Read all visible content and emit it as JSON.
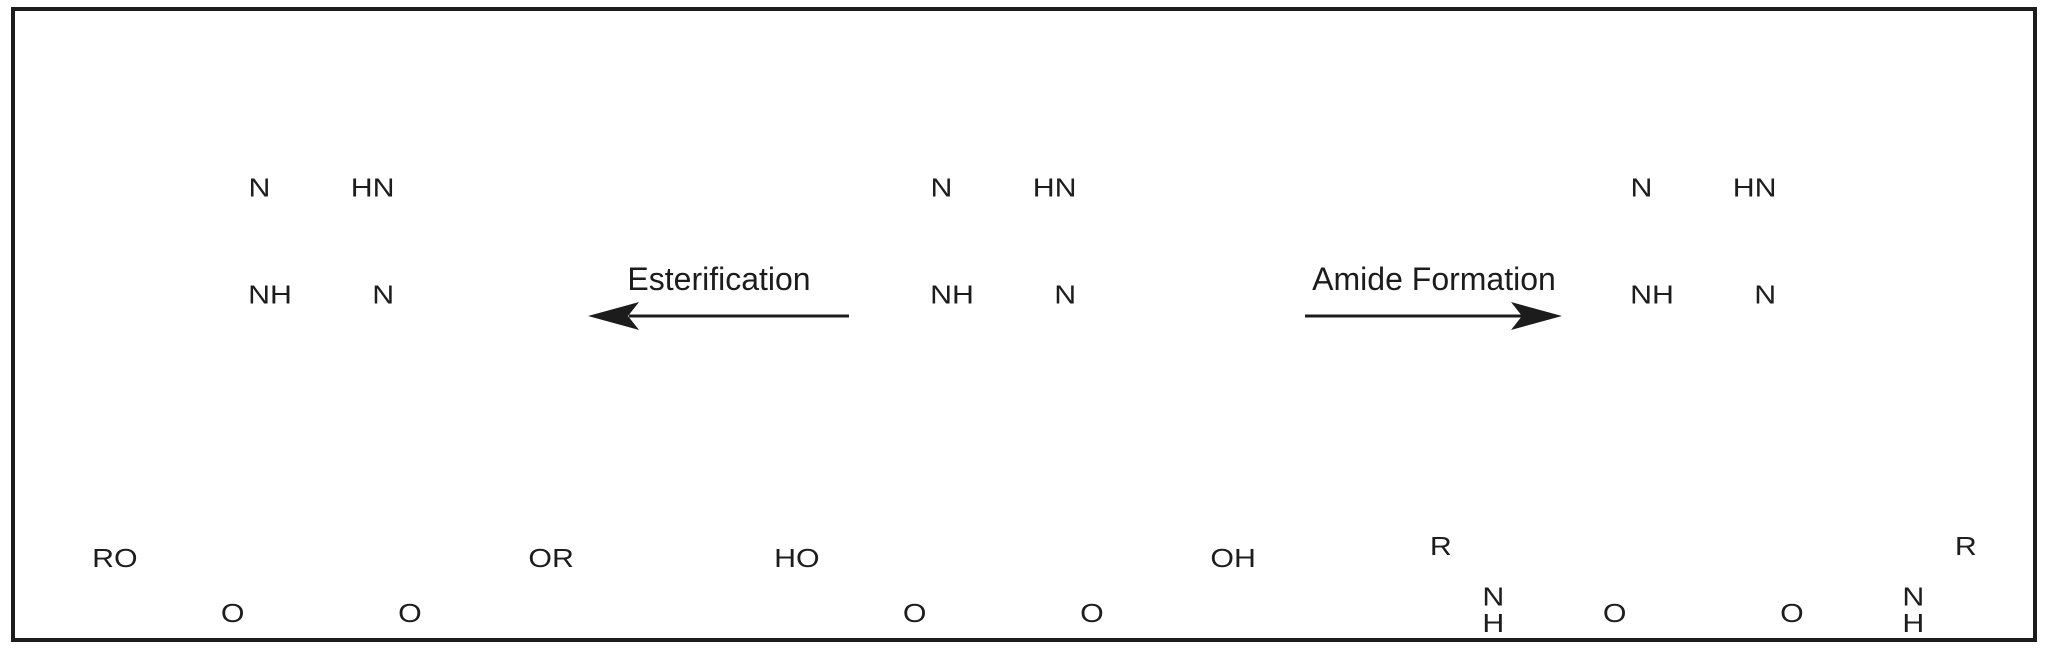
{
  "figure": {
    "kind": "chemical-reaction-scheme",
    "description": "Protoporphyrin IX derivatization: esterification (left) and amide formation (right)",
    "background": "#ffffff",
    "line_color": "#1d1d1d",
    "frame_color": "#1c1c1c"
  },
  "reactions": {
    "left": {
      "label": "Esterification",
      "direction": "left"
    },
    "right": {
      "label": "Amide Formation",
      "direction": "right"
    }
  },
  "molecules": {
    "ester": {
      "name": "protoporphyrin-ix-diester",
      "labels": {
        "n_top_left": "N",
        "nh_top_right": "HN",
        "n_bottom_right": "N",
        "nh_bottom_left": "NH",
        "left_carbonyl_o": "O",
        "right_carbonyl_o": "O",
        "left_terminal": "RO",
        "right_terminal": "OR"
      }
    },
    "acid": {
      "name": "protoporphyrin-ix",
      "labels": {
        "n_top_left": "N",
        "nh_top_right": "HN",
        "n_bottom_right": "N",
        "nh_bottom_left": "NH",
        "left_carbonyl_o": "O",
        "right_carbonyl_o": "O",
        "left_terminal": "HO",
        "right_terminal": "OH"
      }
    },
    "amide": {
      "name": "protoporphyrin-ix-diamide",
      "labels": {
        "n_top_left": "N",
        "nh_top_right": "HN",
        "n_bottom_right": "N",
        "nh_bottom_left": "NH",
        "left_carbonyl_o": "O",
        "right_carbonyl_o": "O",
        "left_amide_n": "N",
        "left_amide_h": "H",
        "left_r_group": "R",
        "right_amide_n": "N",
        "right_amide_h": "H",
        "right_r_group": "R"
      }
    }
  }
}
